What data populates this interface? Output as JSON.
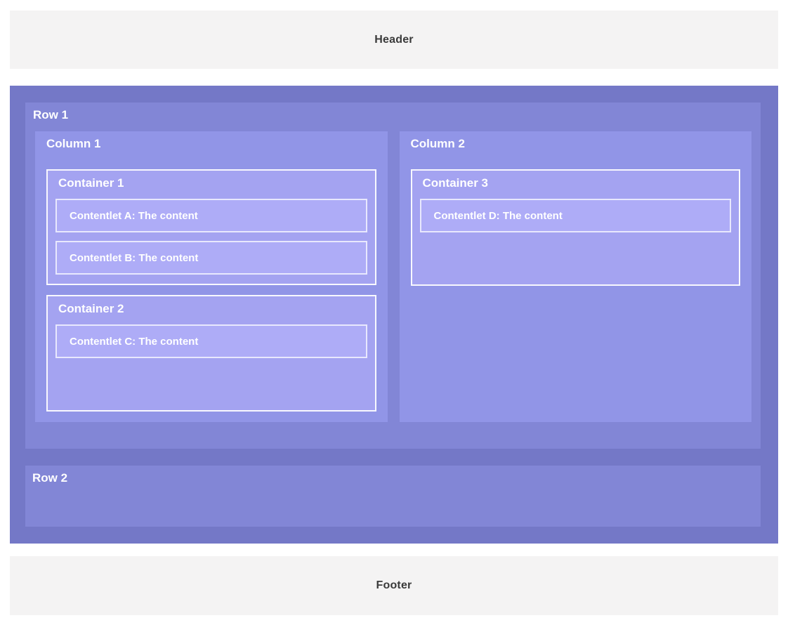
{
  "header": {
    "label": "Header"
  },
  "footer": {
    "label": "Footer"
  },
  "layout": {
    "rows": [
      {
        "label": "Row 1",
        "columns": [
          {
            "label": "Column 1",
            "containers": [
              {
                "label": "Container 1",
                "contentlets": [
                  "Contentlet A: The content",
                  "Contentlet B: The content"
                ]
              },
              {
                "label": "Container 2",
                "contentlets": [
                  "Contentlet C: The content"
                ]
              }
            ]
          },
          {
            "label": "Column 2",
            "containers": [
              {
                "label": "Container 3",
                "contentlets": [
                  "Contentlet D: The content"
                ]
              }
            ]
          }
        ]
      },
      {
        "label": "Row 2",
        "columns": []
      }
    ]
  },
  "colors": {
    "page_background": "#ffffff",
    "header_footer_background": "#f4f3f3",
    "header_footer_text": "#3a3a3a",
    "body": "#7478c7",
    "row": "#8286d6",
    "column": "#9195e7",
    "container": "#a4a3f1",
    "contentlet": "#aeacf7",
    "label_text": "#ffffff",
    "box_border": "#f0f0f8"
  }
}
